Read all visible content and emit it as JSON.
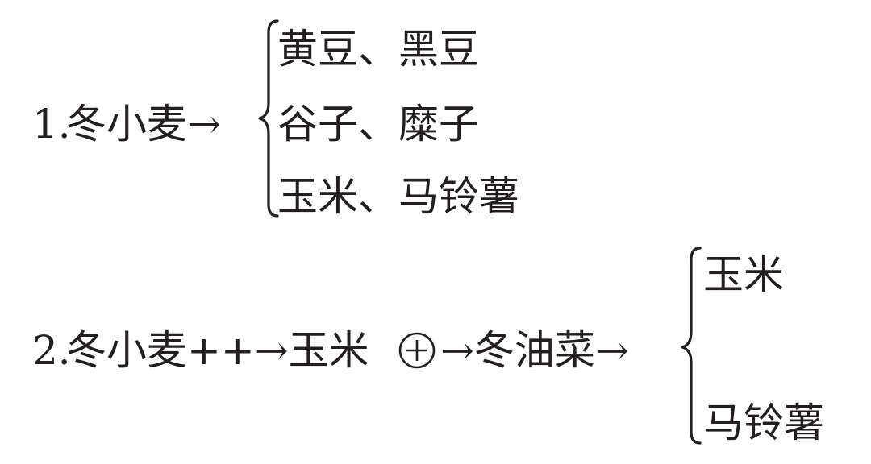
{
  "diagram": {
    "scheme1": {
      "number": "1.",
      "lead": "冬小麦→",
      "options": [
        "黄豆、黑豆",
        "谷子、糜子",
        "玉米、马铃薯"
      ]
    },
    "scheme2": {
      "number": "2.",
      "chain_part1": "冬小麦++→玉米",
      "circled_symbol": "plus-in-circle",
      "chain_part2": "→冬油菜→",
      "options": [
        "玉米",
        "马铃薯"
      ]
    }
  }
}
